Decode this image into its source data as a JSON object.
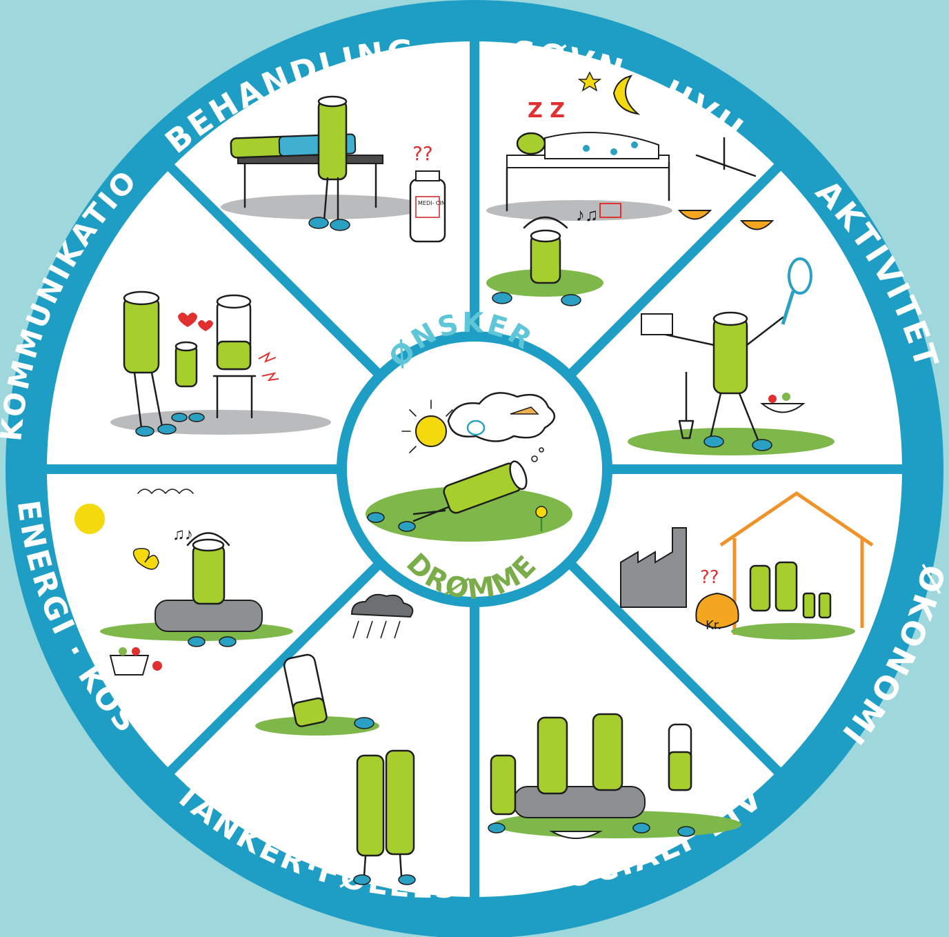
{
  "wheel": {
    "center": {
      "top_label": "ØNSKER",
      "bottom_label": "DRØMME",
      "top_color": "#5fc6d8",
      "bottom_color": "#7aad4a"
    },
    "segments": [
      {
        "label": "BEHANDLING",
        "icon": "treatment-scene"
      },
      {
        "label": "SØVN · HVILE",
        "icon": "sleep-rest-scene"
      },
      {
        "label": "AKTIVITET",
        "icon": "activity-scene"
      },
      {
        "label": "ØKONOMI",
        "icon": "economy-scene"
      },
      {
        "label": "SOCIALT LIV",
        "icon": "social-life-scene"
      },
      {
        "label": "TANKER·FØLELSER",
        "icon": "thoughts-feelings-scene"
      },
      {
        "label": "ENERGI · KOST",
        "icon": "energy-diet-scene"
      },
      {
        "label": "KOMMUNIKATION",
        "icon": "communication-scene"
      }
    ],
    "props": {
      "medicine_label": "MEDI- CIN",
      "money_bag_label": "Kr.",
      "question_marks": "??"
    },
    "colors": {
      "ring": "#1e9ec4",
      "background": "#9ed8dc",
      "battery_green": "#a6cf2e",
      "grass": "#7fb84a",
      "feet": "#2aa0c2",
      "sun": "#f5d90f"
    }
  }
}
